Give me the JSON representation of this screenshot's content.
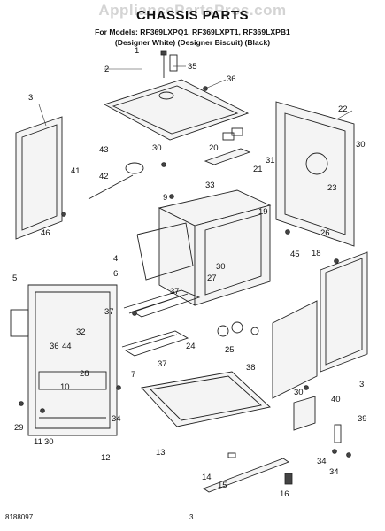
{
  "header": {
    "watermark": "AppliancePartsPros.com",
    "title": "CHASSIS PARTS",
    "models": "For Models: RF369LXPQ1, RF369LXPT1, RF369LXPB1",
    "finishes": "(Designer White) (Designer Biscuit) (Black)"
  },
  "callouts": [
    {
      "id": "c1",
      "text": "1"
    },
    {
      "id": "c2",
      "text": "2"
    },
    {
      "id": "c3a",
      "text": "3"
    },
    {
      "id": "c3b",
      "text": "3"
    },
    {
      "id": "c4",
      "text": "4"
    },
    {
      "id": "c5",
      "text": "5"
    },
    {
      "id": "c6",
      "text": "6"
    },
    {
      "id": "c7",
      "text": "7"
    },
    {
      "id": "c9",
      "text": "9"
    },
    {
      "id": "c10",
      "text": "10"
    },
    {
      "id": "c11",
      "text": "11"
    },
    {
      "id": "c12",
      "text": "12"
    },
    {
      "id": "c13",
      "text": "13"
    },
    {
      "id": "c14",
      "text": "14"
    },
    {
      "id": "c15",
      "text": "15"
    },
    {
      "id": "c16",
      "text": "16"
    },
    {
      "id": "c18",
      "text": "18"
    },
    {
      "id": "c19",
      "text": "19"
    },
    {
      "id": "c20",
      "text": "20"
    },
    {
      "id": "c21",
      "text": "21"
    },
    {
      "id": "c22",
      "text": "22"
    },
    {
      "id": "c23",
      "text": "23"
    },
    {
      "id": "c24",
      "text": "24"
    },
    {
      "id": "c25",
      "text": "25"
    },
    {
      "id": "c26",
      "text": "26"
    },
    {
      "id": "c27",
      "text": "27"
    },
    {
      "id": "c28",
      "text": "28"
    },
    {
      "id": "c29",
      "text": "29"
    },
    {
      "id": "c30a",
      "text": "30"
    },
    {
      "id": "c30b",
      "text": "30"
    },
    {
      "id": "c30c",
      "text": "30"
    },
    {
      "id": "c30d",
      "text": "30"
    },
    {
      "id": "c30e",
      "text": "30"
    },
    {
      "id": "c31",
      "text": "31"
    },
    {
      "id": "c32",
      "text": "32"
    },
    {
      "id": "c33",
      "text": "33"
    },
    {
      "id": "c34a",
      "text": "34"
    },
    {
      "id": "c34b",
      "text": "34"
    },
    {
      "id": "c34c",
      "text": "34"
    },
    {
      "id": "c35",
      "text": "35"
    },
    {
      "id": "c36a",
      "text": "36"
    },
    {
      "id": "c36b",
      "text": "36"
    },
    {
      "id": "c37a",
      "text": "37"
    },
    {
      "id": "c37b",
      "text": "37"
    },
    {
      "id": "c37c",
      "text": "37"
    },
    {
      "id": "c38",
      "text": "38"
    },
    {
      "id": "c39",
      "text": "39"
    },
    {
      "id": "c40",
      "text": "40"
    },
    {
      "id": "c41",
      "text": "41"
    },
    {
      "id": "c42",
      "text": "42"
    },
    {
      "id": "c43",
      "text": "43"
    },
    {
      "id": "c44",
      "text": "44"
    },
    {
      "id": "c45",
      "text": "45"
    },
    {
      "id": "c46",
      "text": "46"
    }
  ],
  "footer": {
    "doc_number": "8188097",
    "page_number": "3"
  }
}
